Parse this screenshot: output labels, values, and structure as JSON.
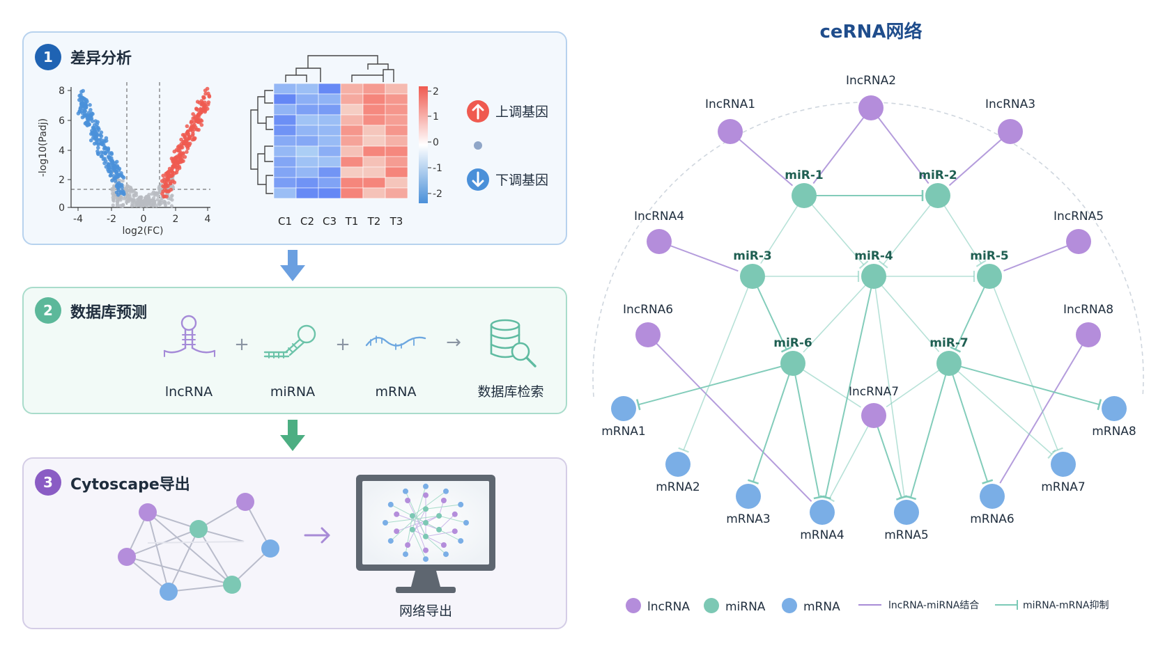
{
  "step1": {
    "num": "1",
    "title": "差异分析",
    "volcano": {
      "y_label": "-log10(Padj)",
      "x_label": "log2(FC)",
      "y_ticks": [
        "0",
        "2",
        "4",
        "6",
        "8"
      ],
      "x_ticks": [
        "-4",
        "-2",
        "0",
        "2",
        "4"
      ]
    },
    "heatmap": {
      "columns": [
        "C1",
        "C2",
        "C3",
        "T1",
        "T2",
        "T3"
      ],
      "scale_ticks": [
        "2",
        "1",
        "0",
        "-1",
        "-2"
      ]
    },
    "legend": {
      "up": "上调基因",
      "down": "下调基因"
    },
    "colors": {
      "up": "#ef5a50",
      "down": "#4a90d9",
      "ns": "#8fa6c8"
    }
  },
  "step2": {
    "num": "2",
    "title": "数据库预测",
    "items": [
      "lncRNA",
      "miRNA",
      "mRNA",
      "数据库检索"
    ],
    "plus": "+",
    "arrow": "→"
  },
  "step3": {
    "num": "3",
    "title": "Cytoscape导出",
    "export_label": "网络导出"
  },
  "network": {
    "title": "ceRNA网络",
    "lncrna_nodes": [
      "IncRNA1",
      "IncRNA2",
      "IncRNA3",
      "IncRNA4",
      "IncRNA5",
      "IncRNA6",
      "IncRNA7",
      "IncRNA8"
    ],
    "mirna_nodes": [
      "miR-1",
      "miR-2",
      "miR-3",
      "miR-4",
      "miR-5",
      "miR-6",
      "miR-7"
    ],
    "mrna_nodes": [
      "mRNA1",
      "mRNA2",
      "mRNA3",
      "mRNA4",
      "mRNA5",
      "mRNA6",
      "mRNA7",
      "mRNA8"
    ],
    "legend": {
      "lncrna": "lncRNA",
      "mirna": "miRNA",
      "mrna": "mRNA",
      "binding": "lncRNA-miRNA结合",
      "inhibit": "miRNA-mRNA抑制"
    },
    "colors": {
      "lncrna": "#b48ddb",
      "mirna": "#7cc8b4",
      "mrna": "#7aaee6",
      "binding_edge": "#a88bd6",
      "inhibit_edge": "#7ccab7"
    }
  }
}
